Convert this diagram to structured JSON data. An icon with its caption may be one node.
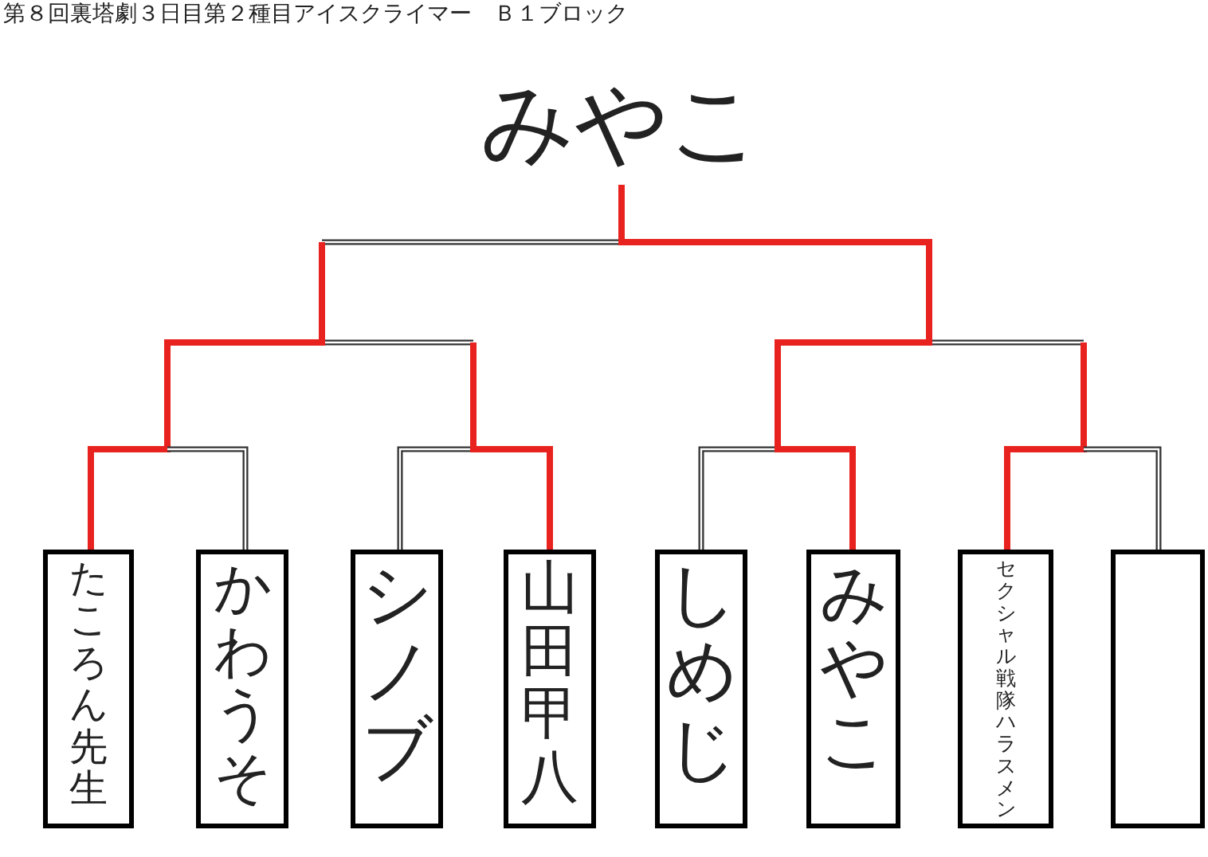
{
  "diagram": {
    "title": "第８回裏塔劇３日目第２種目アイスクライマー　Ｂ１ブロック",
    "nodes": [
      {
        "text": [
          "みやこ"
        ]
      },
      {
        "text": [
          "たころん先生"
        ]
      },
      {
        "text": [
          "かわうそ"
        ]
      },
      {
        "text": [
          "シノブ"
        ]
      },
      {
        "text": [
          "山田甲八"
        ]
      },
      {
        "text": [
          "しめじ"
        ]
      },
      {
        "text": [
          "みやこ"
        ]
      },
      {
        "text": [
          "セクシャル戦隊ハラスメン"
        ]
      },
      {
        "text": [],
        "shape": "box"
      }
    ],
    "edges": [
      {
        "from": 1,
        "to": null,
        "arrow": "none",
        "color": "#e8231f"
      },
      {
        "from": 2,
        "to": null,
        "arrow": "none",
        "color": "#333333"
      },
      {
        "from": 3,
        "to": null,
        "arrow": "none",
        "color": "#333333"
      },
      {
        "from": 4,
        "to": null,
        "arrow": "none",
        "color": "#e8231f"
      },
      {
        "from": 5,
        "to": null,
        "arrow": "none",
        "color": "#333333"
      },
      {
        "from": 6,
        "to": 0,
        "arrow": "none",
        "color": "#e8231f"
      },
      {
        "from": 7,
        "to": null,
        "arrow": "none",
        "color": "#e8231f"
      },
      {
        "from": 8,
        "to": null,
        "arrow": "none",
        "color": "#333333"
      }
    ]
  }
}
